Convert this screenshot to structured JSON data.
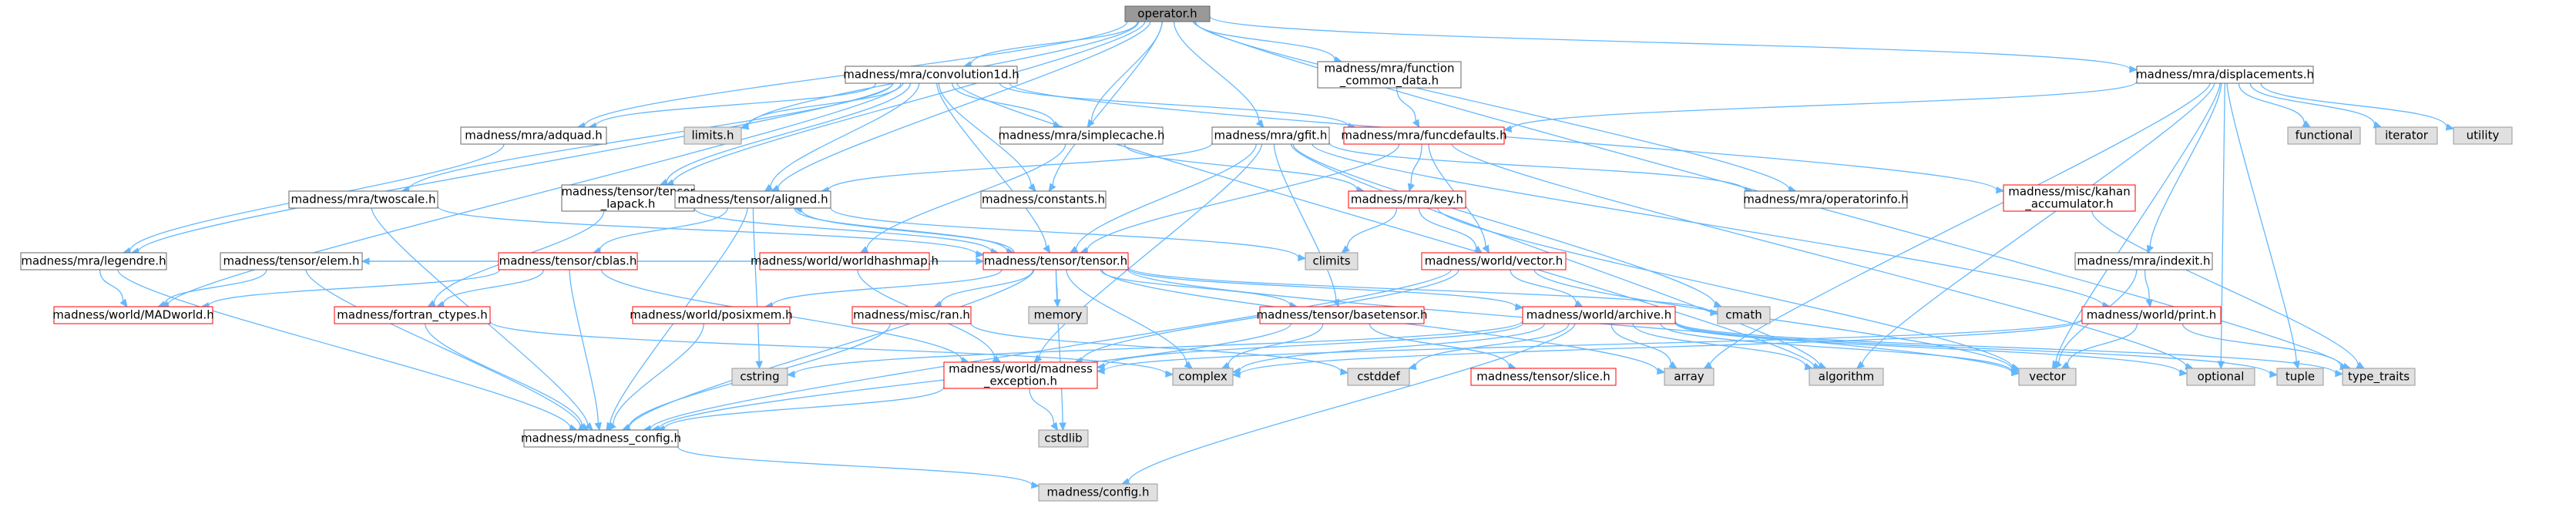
{
  "graph": {
    "title": "operator.h",
    "style": {
      "edge_color": "#63b8ff",
      "node_fill": "#ffffff",
      "node_stroke": "#666666",
      "root_fill": "#999999",
      "system_fill": "#e0e0e0",
      "system_stroke": "#999999",
      "incomplete_stroke": "#ff0000",
      "incomplete_fill": "#fff0f0"
    },
    "nodes": [
      {
        "id": "operator",
        "lines": [
          "operator.h"
        ],
        "kind": "root"
      },
      {
        "id": "conv1d",
        "lines": [
          "madness/mra/convolution1d.h"
        ],
        "kind": "normal"
      },
      {
        "id": "funccommon",
        "lines": [
          "madness/mra/function",
          "_common_data.h"
        ],
        "kind": "normal"
      },
      {
        "id": "displacements",
        "lines": [
          "madness/mra/displacements.h"
        ],
        "kind": "normal"
      },
      {
        "id": "adquad",
        "lines": [
          "madness/mra/adquad.h"
        ],
        "kind": "normal"
      },
      {
        "id": "limits",
        "lines": [
          "limits.h"
        ],
        "kind": "system"
      },
      {
        "id": "simplecache",
        "lines": [
          "madness/mra/simplecache.h"
        ],
        "kind": "normal"
      },
      {
        "id": "gfit",
        "lines": [
          "madness/mra/gfit.h"
        ],
        "kind": "normal"
      },
      {
        "id": "funcdefaults",
        "lines": [
          "madness/mra/funcdefaults.h"
        ],
        "kind": "incomplete"
      },
      {
        "id": "functional",
        "lines": [
          "functional"
        ],
        "kind": "system"
      },
      {
        "id": "iterator",
        "lines": [
          "iterator"
        ],
        "kind": "system"
      },
      {
        "id": "utility",
        "lines": [
          "utility"
        ],
        "kind": "system"
      },
      {
        "id": "twoscale",
        "lines": [
          "madness/mra/twoscale.h"
        ],
        "kind": "normal"
      },
      {
        "id": "tensorlapack",
        "lines": [
          "madness/tensor/tensor",
          "_lapack.h"
        ],
        "kind": "normal"
      },
      {
        "id": "aligned",
        "lines": [
          "madness/tensor/aligned.h"
        ],
        "kind": "normal"
      },
      {
        "id": "constants",
        "lines": [
          "madness/constants.h"
        ],
        "kind": "normal"
      },
      {
        "id": "key",
        "lines": [
          "madness/mra/key.h"
        ],
        "kind": "incomplete"
      },
      {
        "id": "operatorinfo",
        "lines": [
          "madness/mra/operatorinfo.h"
        ],
        "kind": "normal"
      },
      {
        "id": "kahan",
        "lines": [
          "madness/misc/kahan",
          "_accumulator.h"
        ],
        "kind": "incomplete"
      },
      {
        "id": "legendre",
        "lines": [
          "madness/mra/legendre.h"
        ],
        "kind": "normal"
      },
      {
        "id": "elem",
        "lines": [
          "madness/tensor/elem.h"
        ],
        "kind": "normal"
      },
      {
        "id": "cblas",
        "lines": [
          "madness/tensor/cblas.h"
        ],
        "kind": "incomplete"
      },
      {
        "id": "worldhashmap",
        "lines": [
          "madness/world/worldhashmap.h"
        ],
        "kind": "incomplete"
      },
      {
        "id": "tensor",
        "lines": [
          "madness/tensor/tensor.h"
        ],
        "kind": "incomplete"
      },
      {
        "id": "climits",
        "lines": [
          "climits"
        ],
        "kind": "system"
      },
      {
        "id": "vectorh",
        "lines": [
          "madness/world/vector.h"
        ],
        "kind": "incomplete"
      },
      {
        "id": "indexit",
        "lines": [
          "madness/mra/indexit.h"
        ],
        "kind": "normal"
      },
      {
        "id": "madworld",
        "lines": [
          "madness/world/MADworld.h"
        ],
        "kind": "incomplete"
      },
      {
        "id": "fortran",
        "lines": [
          "madness/fortran_ctypes.h"
        ],
        "kind": "incomplete"
      },
      {
        "id": "posixmem",
        "lines": [
          "madness/world/posixmem.h"
        ],
        "kind": "incomplete"
      },
      {
        "id": "memory",
        "lines": [
          "memory"
        ],
        "kind": "system"
      },
      {
        "id": "ran",
        "lines": [
          "madness/misc/ran.h"
        ],
        "kind": "incomplete"
      },
      {
        "id": "basetensor",
        "lines": [
          "madness/tensor/basetensor.h"
        ],
        "kind": "incomplete"
      },
      {
        "id": "archive",
        "lines": [
          "madness/world/archive.h"
        ],
        "kind": "incomplete"
      },
      {
        "id": "cmath",
        "lines": [
          "cmath"
        ],
        "kind": "system"
      },
      {
        "id": "print",
        "lines": [
          "madness/world/print.h"
        ],
        "kind": "incomplete"
      },
      {
        "id": "cstring",
        "lines": [
          "cstring"
        ],
        "kind": "system"
      },
      {
        "id": "madexcept",
        "lines": [
          "madness/world/madness",
          "_exception.h"
        ],
        "kind": "incomplete"
      },
      {
        "id": "complex",
        "lines": [
          "complex"
        ],
        "kind": "system"
      },
      {
        "id": "cstddef",
        "lines": [
          "cstddef"
        ],
        "kind": "system"
      },
      {
        "id": "slice",
        "lines": [
          "madness/tensor/slice.h"
        ],
        "kind": "incomplete"
      },
      {
        "id": "array",
        "lines": [
          "array"
        ],
        "kind": "system"
      },
      {
        "id": "algorithm",
        "lines": [
          "algorithm"
        ],
        "kind": "system"
      },
      {
        "id": "vector",
        "lines": [
          "vector"
        ],
        "kind": "system"
      },
      {
        "id": "optional",
        "lines": [
          "optional"
        ],
        "kind": "system"
      },
      {
        "id": "tuple",
        "lines": [
          "tuple"
        ],
        "kind": "system"
      },
      {
        "id": "typetraits",
        "lines": [
          "type_traits"
        ],
        "kind": "system"
      },
      {
        "id": "madconfig",
        "lines": [
          "madness/madness_config.h"
        ],
        "kind": "normal"
      },
      {
        "id": "cstdlib",
        "lines": [
          "cstdlib"
        ],
        "kind": "system"
      },
      {
        "id": "config",
        "lines": [
          "madness/config.h"
        ],
        "kind": "system"
      }
    ],
    "edges": [
      [
        "operator",
        "conv1d"
      ],
      [
        "operator",
        "funccommon"
      ],
      [
        "operator",
        "displacements"
      ],
      [
        "operator",
        "adquad"
      ],
      [
        "operator",
        "limits"
      ],
      [
        "operator",
        "simplecache"
      ],
      [
        "operator",
        "gfit"
      ],
      [
        "operator",
        "tensorlapack"
      ],
      [
        "operator",
        "aligned"
      ],
      [
        "operator",
        "constants"
      ],
      [
        "operator",
        "operatorinfo"
      ],
      [
        "operator",
        "typetraits"
      ],
      [
        "conv1d",
        "adquad"
      ],
      [
        "conv1d",
        "limits"
      ],
      [
        "conv1d",
        "simplecache"
      ],
      [
        "conv1d",
        "funcdefaults"
      ],
      [
        "conv1d",
        "twoscale"
      ],
      [
        "conv1d",
        "tensorlapack"
      ],
      [
        "conv1d",
        "aligned"
      ],
      [
        "conv1d",
        "constants"
      ],
      [
        "conv1d",
        "kahan"
      ],
      [
        "conv1d",
        "tensor"
      ],
      [
        "conv1d",
        "legendre"
      ],
      [
        "conv1d",
        "algorithm"
      ],
      [
        "conv1d",
        "madworld"
      ],
      [
        "funccommon",
        "funcdefaults"
      ],
      [
        "displacements",
        "funcdefaults"
      ],
      [
        "displacements",
        "functional"
      ],
      [
        "displacements",
        "iterator"
      ],
      [
        "displacements",
        "utility"
      ],
      [
        "displacements",
        "indexit"
      ],
      [
        "displacements",
        "algorithm"
      ],
      [
        "displacements",
        "array"
      ],
      [
        "displacements",
        "vector"
      ],
      [
        "displacements",
        "optional"
      ],
      [
        "displacements",
        "tuple"
      ],
      [
        "adquad",
        "legendre"
      ],
      [
        "simplecache",
        "key"
      ],
      [
        "simplecache",
        "worldhashmap"
      ],
      [
        "gfit",
        "tensor"
      ],
      [
        "gfit",
        "operatorinfo"
      ],
      [
        "gfit",
        "cmath"
      ],
      [
        "gfit",
        "print"
      ],
      [
        "gfit",
        "madexcept"
      ],
      [
        "gfit",
        "basetensor"
      ],
      [
        "gfit",
        "algorithm"
      ],
      [
        "gfit",
        "aligned"
      ],
      [
        "funcdefaults",
        "key"
      ],
      [
        "funcdefaults",
        "vectorh"
      ],
      [
        "funcdefaults",
        "tensor"
      ],
      [
        "funcdefaults",
        "optional"
      ],
      [
        "twoscale",
        "tensor"
      ],
      [
        "twoscale",
        "madconfig"
      ],
      [
        "tensorlapack",
        "tensor"
      ],
      [
        "tensorlapack",
        "fortran"
      ],
      [
        "aligned",
        "tensor"
      ],
      [
        "aligned",
        "cblas"
      ],
      [
        "aligned",
        "cstring"
      ],
      [
        "aligned",
        "madconfig"
      ],
      [
        "aligned",
        "climits"
      ],
      [
        "key",
        "vectorh"
      ],
      [
        "key",
        "climits"
      ],
      [
        "key",
        "vector"
      ],
      [
        "kahan",
        "typetraits"
      ],
      [
        "legendre",
        "madworld"
      ],
      [
        "legendre",
        "madconfig"
      ],
      [
        "elem",
        "tensor"
      ],
      [
        "elem",
        "madworld"
      ],
      [
        "elem",
        "madconfig"
      ],
      [
        "cblas",
        "fortran"
      ],
      [
        "cblas",
        "madexcept"
      ],
      [
        "cblas",
        "madworld"
      ],
      [
        "cblas",
        "madconfig"
      ],
      [
        "worldhashmap",
        "madexcept"
      ],
      [
        "tensor",
        "posixmem"
      ],
      [
        "tensor",
        "memory"
      ],
      [
        "tensor",
        "ran"
      ],
      [
        "tensor",
        "basetensor"
      ],
      [
        "tensor",
        "archive"
      ],
      [
        "tensor",
        "cmath"
      ],
      [
        "tensor",
        "complex"
      ],
      [
        "tensor",
        "cstdlib"
      ],
      [
        "tensor",
        "vector"
      ],
      [
        "tensor",
        "array"
      ],
      [
        "tensor",
        "madconfig"
      ],
      [
        "tensor",
        "elem"
      ],
      [
        "tensor",
        "aligned"
      ],
      [
        "vectorh",
        "archive"
      ],
      [
        "vectorh",
        "madexcept"
      ],
      [
        "vectorh",
        "vector"
      ],
      [
        "vectorh",
        "madconfig"
      ],
      [
        "indexit",
        "print"
      ],
      [
        "indexit",
        "vector"
      ],
      [
        "fortran",
        "madconfig"
      ],
      [
        "fortran",
        "complex"
      ],
      [
        "posixmem",
        "madconfig"
      ],
      [
        "ran",
        "madconfig"
      ],
      [
        "ran",
        "cstddef"
      ],
      [
        "basetensor",
        "slice"
      ],
      [
        "basetensor",
        "complex"
      ],
      [
        "basetensor",
        "madconfig"
      ],
      [
        "archive",
        "madexcept"
      ],
      [
        "archive",
        "complex"
      ],
      [
        "archive",
        "cstddef"
      ],
      [
        "archive",
        "array"
      ],
      [
        "archive",
        "algorithm"
      ],
      [
        "archive",
        "vector"
      ],
      [
        "archive",
        "optional"
      ],
      [
        "archive",
        "tuple"
      ],
      [
        "archive",
        "typetraits"
      ],
      [
        "archive",
        "config"
      ],
      [
        "archive",
        "cstring"
      ],
      [
        "print",
        "madexcept"
      ],
      [
        "print",
        "complex"
      ],
      [
        "print",
        "vector"
      ],
      [
        "print",
        "typetraits"
      ],
      [
        "madexcept",
        "madconfig"
      ],
      [
        "madexcept",
        "cstdlib"
      ],
      [
        "madconfig",
        "config"
      ]
    ]
  }
}
